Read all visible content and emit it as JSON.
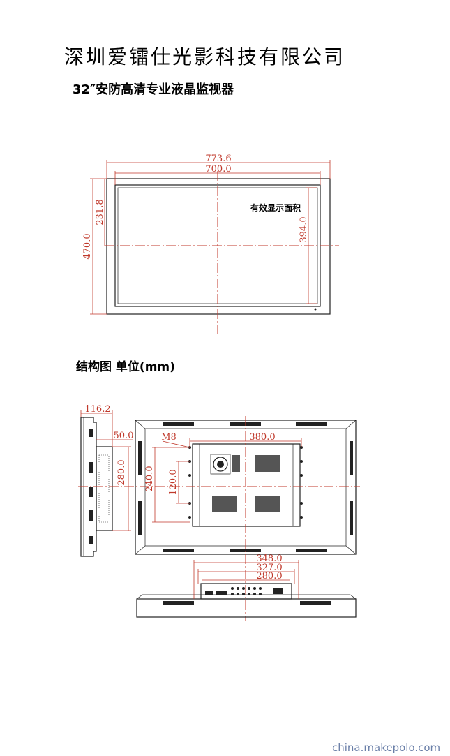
{
  "header": {
    "company": "深圳爱镭仕光影科技有限公司",
    "product": "32″安防高清专业液晶监视器"
  },
  "front_view": {
    "total_width": "773.6",
    "screen_width": "700.0",
    "half_height": "231.8",
    "total_height": "470.0",
    "screen_height": "394.0",
    "area_label": "有效显示面积"
  },
  "caption": "结构图 单位(mm)",
  "back_view": {
    "depth": "116.2",
    "stand_depth": "50.0",
    "side_mount": "280.0",
    "bolt": "M8",
    "mount_width": "380.0",
    "mount_height": "240.0",
    "mount_inner": "120.0"
  },
  "bottom_view": {
    "w1": "348.0",
    "w2": "327.0",
    "w3": "280.0"
  },
  "watermark": "china.makepolo.com"
}
